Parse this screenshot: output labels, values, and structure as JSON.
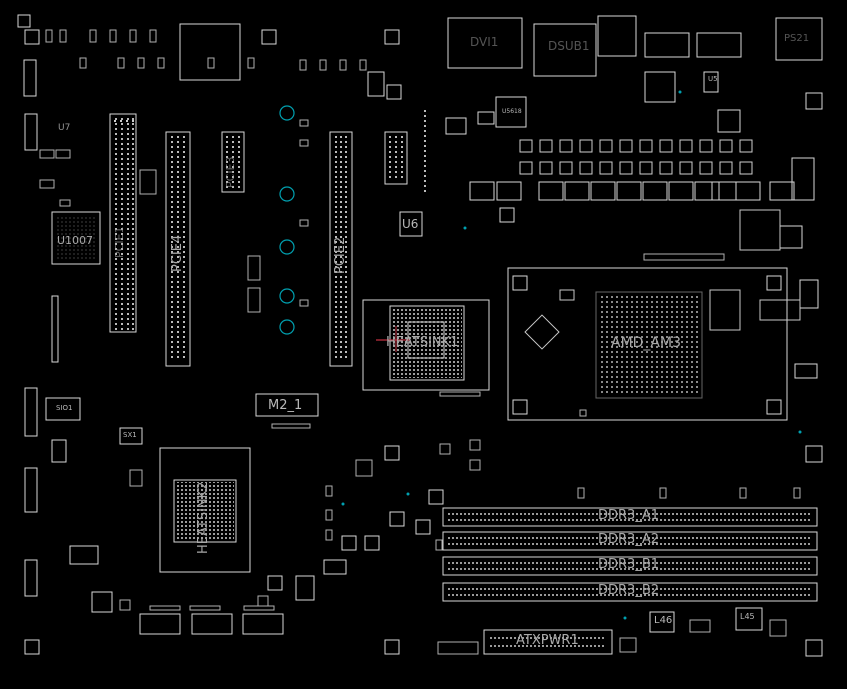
{
  "colors": {
    "background": "#000000",
    "outline": "#d8d8d8",
    "text": "#b8b8b8",
    "via": "#00a0b0",
    "marker": "#c03040"
  },
  "labels": {
    "u1007": "U1007",
    "pcie4": "PCIE4",
    "pcie2": "PCIE2",
    "pcie3": "PCIE3",
    "pcie1": "PCIE1",
    "u6": "U6",
    "heatsink1": "HEATSINK1",
    "amd_am3": "AMD_AM3",
    "m2_1": "M2_1",
    "heatsink2": "HEATSINK2",
    "ddr3_a1": "DDR3_A1",
    "ddr3_a2": "DDR3_A2",
    "ddr3_b1": "DDR3_B1",
    "ddr3_b2": "DDR3_B2",
    "atxpwr1": "ATXPWR1",
    "l46": "L46",
    "l45": "L45",
    "u5618": "U5618",
    "sx1": "SX1",
    "u7": "U7",
    "u5": "U5",
    "sio1": "SIO1",
    "dvi1": "DVI1",
    "dsub1": "DSUB1",
    "ps21": "PS21"
  }
}
